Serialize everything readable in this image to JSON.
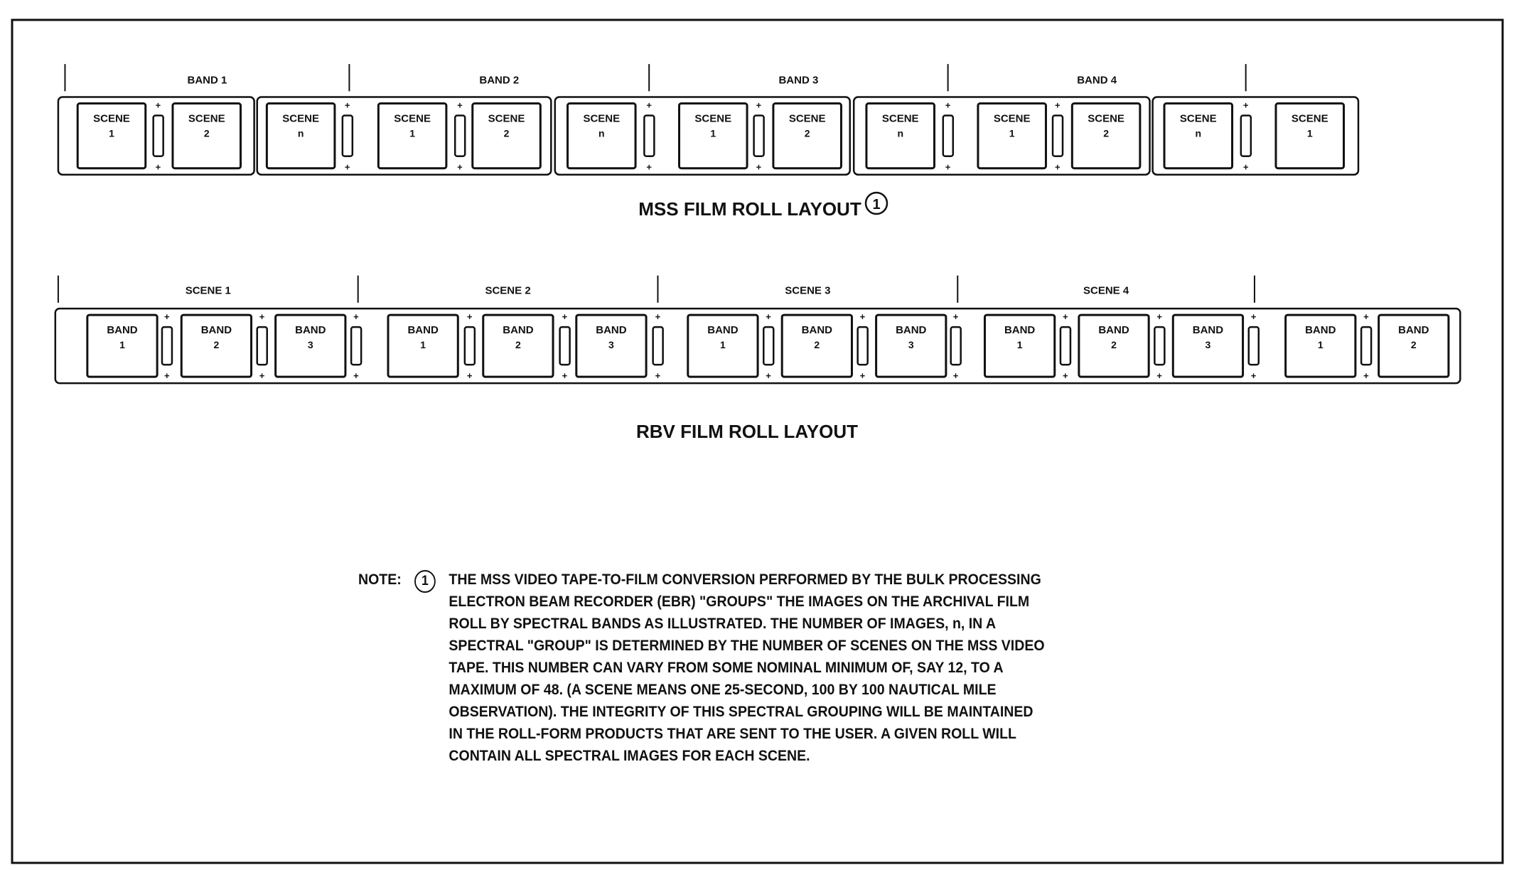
{
  "mss": {
    "title": "MSS FILM ROLL LAYOUT",
    "footnote_marker": "1",
    "group_labels": [
      "BAND 1",
      "BAND 2",
      "BAND 3",
      "BAND 4"
    ],
    "frames": [
      [
        "SCENE",
        "1"
      ],
      [
        "SCENE",
        "2"
      ],
      [
        "SCENE",
        "n"
      ],
      [
        "SCENE",
        "1"
      ],
      [
        "SCENE",
        "2"
      ],
      [
        "SCENE",
        "n"
      ],
      [
        "SCENE",
        "1"
      ],
      [
        "SCENE",
        "2"
      ],
      [
        "SCENE",
        "n"
      ],
      [
        "SCENE",
        "1"
      ],
      [
        "SCENE",
        "2"
      ],
      [
        "SCENE",
        "n"
      ],
      [
        "SCENE",
        "1"
      ]
    ]
  },
  "rbv": {
    "title": "RBV FILM ROLL LAYOUT",
    "group_labels": [
      "SCENE 1",
      "SCENE 2",
      "SCENE 3",
      "SCENE 4"
    ],
    "frames": [
      [
        "BAND",
        "1"
      ],
      [
        "BAND",
        "2"
      ],
      [
        "BAND",
        "3"
      ],
      [
        "BAND",
        "1"
      ],
      [
        "BAND",
        "2"
      ],
      [
        "BAND",
        "3"
      ],
      [
        "BAND",
        "1"
      ],
      [
        "BAND",
        "2"
      ],
      [
        "BAND",
        "3"
      ],
      [
        "BAND",
        "1"
      ],
      [
        "BAND",
        "2"
      ],
      [
        "BAND",
        "3"
      ],
      [
        "BAND",
        "1"
      ],
      [
        "BAND",
        "2"
      ]
    ]
  },
  "note": {
    "label": "NOTE:",
    "marker": "1",
    "lines": [
      "THE MSS VIDEO TAPE-TO-FILM CONVERSION PERFORMED BY THE BULK PROCESSING",
      "ELECTRON BEAM RECORDER (EBR) \"GROUPS\" THE IMAGES ON THE ARCHIVAL FILM",
      "ROLL BY SPECTRAL BANDS AS ILLUSTRATED. THE NUMBER OF IMAGES, n, IN A",
      "SPECTRAL \"GROUP\" IS DETERMINED BY THE NUMBER OF SCENES ON THE MSS VIDEO",
      "TAPE. THIS NUMBER CAN VARY FROM SOME NOMINAL MINIMUM OF, SAY 12, TO A",
      "MAXIMUM OF 48. (A SCENE MEANS ONE 25-SECOND, 100 BY 100 NAUTICAL MILE",
      "OBSERVATION). THE INTEGRITY OF THIS SPECTRAL GROUPING WILL BE MAINTAINED",
      "IN THE ROLL-FORM PRODUCTS THAT ARE SENT TO THE USER. A GIVEN ROLL WILL",
      "CONTAIN ALL SPECTRAL IMAGES FOR EACH SCENE."
    ]
  }
}
